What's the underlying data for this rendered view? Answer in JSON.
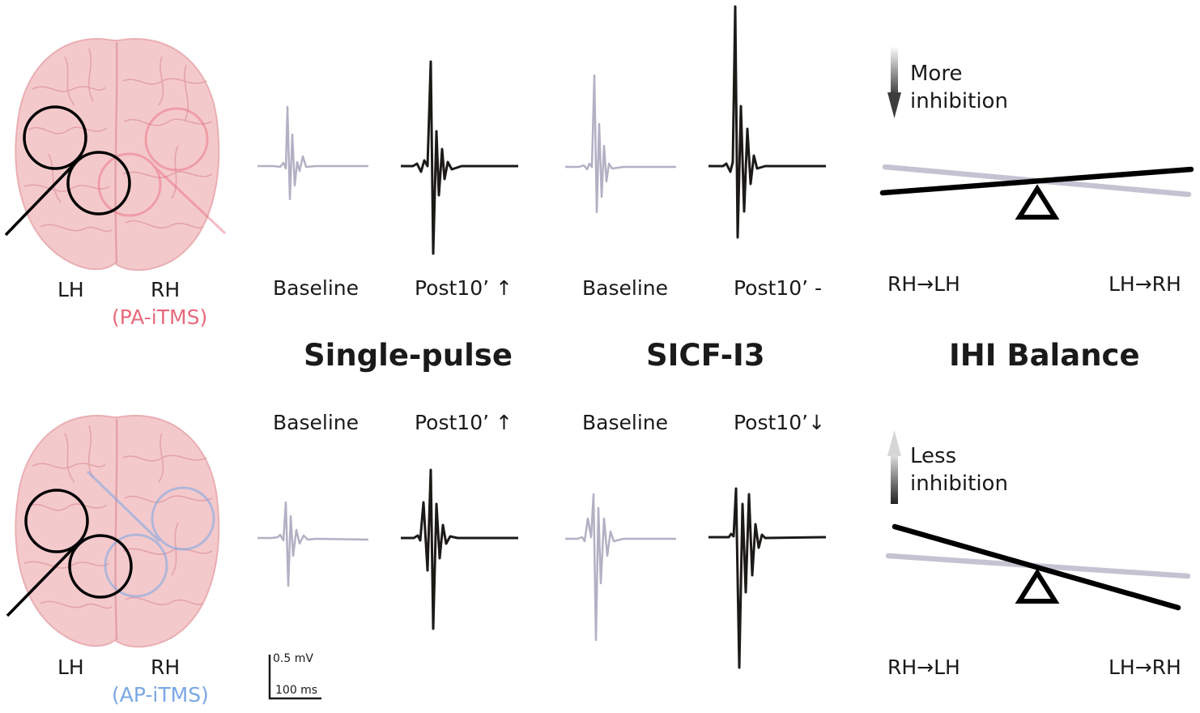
{
  "top_row": {
    "hemisphere_left": "LH",
    "hemisphere_right": "RH",
    "protocol": "(PA-iTMS)",
    "single_pulse_baseline": "Baseline",
    "single_pulse_post": "Post10’ ↑",
    "sicf_baseline": "Baseline",
    "sicf_post": "Post10’ -",
    "note_line1": "More",
    "note_line2": "inhibition",
    "balance_left": "RH→LH",
    "balance_right": "LH→RH"
  },
  "titles": {
    "single_pulse": "Single-pulse",
    "sicf": "SICF-I3",
    "ihi": "IHI Balance"
  },
  "bottom_row": {
    "hemisphere_left": "LH",
    "hemisphere_right": "RH",
    "protocol": "(AP-iTMS)",
    "single_pulse_baseline": "Baseline",
    "single_pulse_post": "Post10’ ↑",
    "sicf_baseline": "Baseline",
    "sicf_post": "Post10’↓",
    "note_line1": "Less",
    "note_line2": "inhibition",
    "balance_left": "RH→LH",
    "balance_right": "LH→RH"
  },
  "scale_bar": {
    "amplitude": "0.5 mV",
    "time": "100 ms"
  },
  "colors": {
    "brain": "#f4c9cc",
    "pa_coil": "#e8697c",
    "ap_coil": "#7aa7e4",
    "baseline_trace": "#b3b0c4",
    "post_trace": "#1c1a17"
  }
}
